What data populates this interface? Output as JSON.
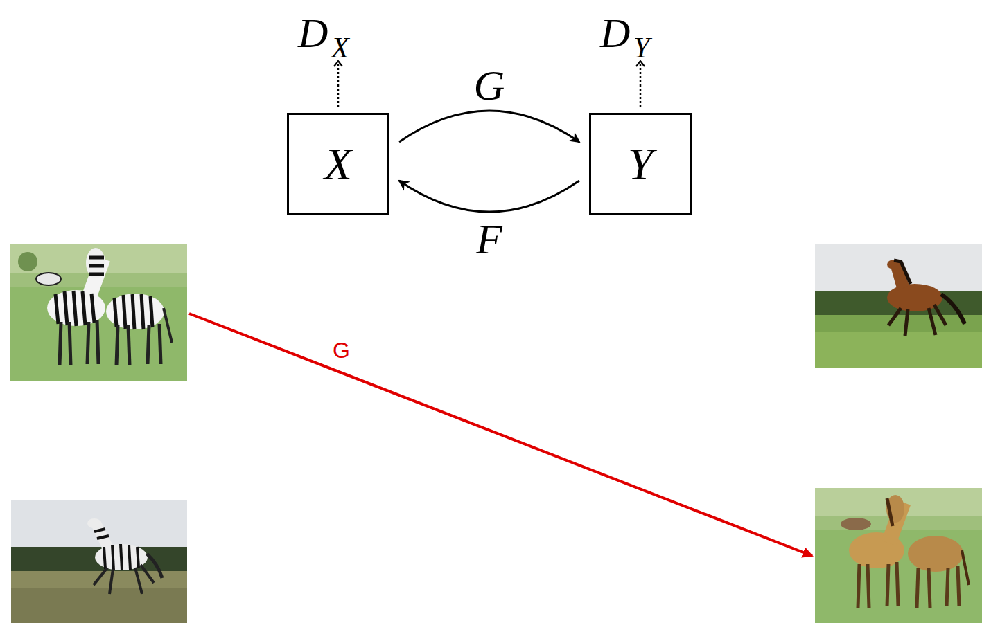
{
  "diagram": {
    "nodes": [
      {
        "text": [
          "X"
        ]
      },
      {
        "text": [
          "Y"
        ]
      }
    ],
    "edges": [
      {
        "from": 0,
        "to": 1,
        "arrow": "to",
        "label": "G"
      },
      {
        "from": 1,
        "to": 0,
        "arrow": "to",
        "label": "F"
      }
    ],
    "labels": [
      "D",
      "X",
      "D",
      "Y",
      "G"
    ]
  }
}
